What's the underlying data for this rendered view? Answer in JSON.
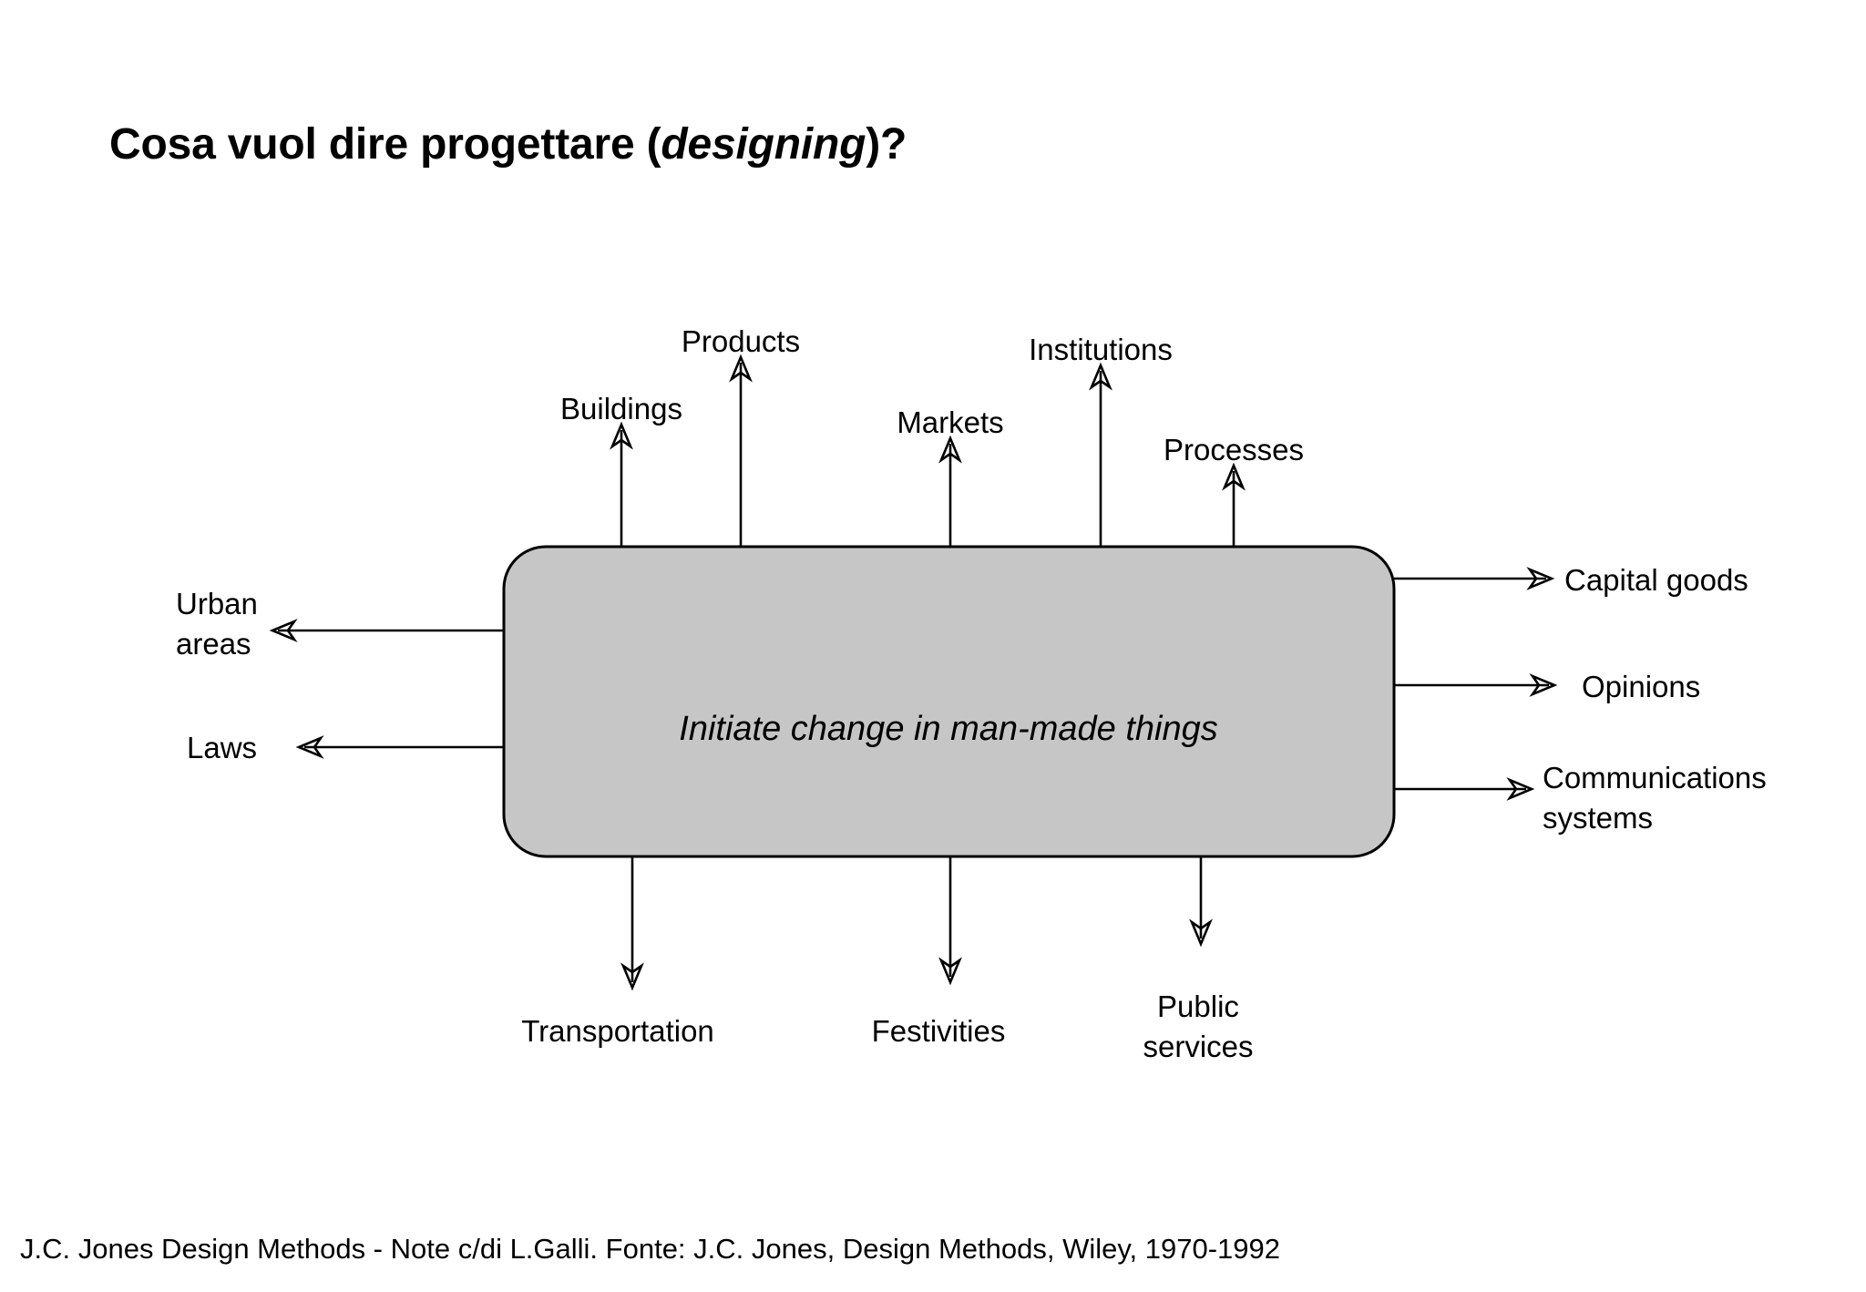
{
  "slide": {
    "background_color": "#ffffff",
    "title": {
      "prefix": "Cosa vuol dire progettare (",
      "emphasis": "designing",
      "suffix": ")?"
    },
    "footer": "J.C. Jones Design Methods - Note c/di L.Galli. Fonte: J.C. Jones, Design Methods, Wiley, 1970-1992"
  },
  "diagram": {
    "center_box": {
      "text": "Initiate change in man-made things",
      "fill_color": "#c6c6c6",
      "stroke_color": "#000000"
    },
    "outputs_top": [
      {
        "label": "Buildings"
      },
      {
        "label": "Products"
      },
      {
        "label": "Markets"
      },
      {
        "label": "Institutions"
      },
      {
        "label": "Processes"
      }
    ],
    "outputs_right": [
      {
        "label": "Capital goods"
      },
      {
        "label": "Opinions"
      },
      {
        "label": "Communications",
        "label2": "systems"
      }
    ],
    "outputs_bottom": [
      {
        "label": "Transportation"
      },
      {
        "label": "Festivities"
      },
      {
        "label": "Public",
        "label2": "services"
      }
    ],
    "outputs_left": [
      {
        "label": "Urban",
        "label2": "areas"
      },
      {
        "label": "Laws"
      }
    ]
  }
}
